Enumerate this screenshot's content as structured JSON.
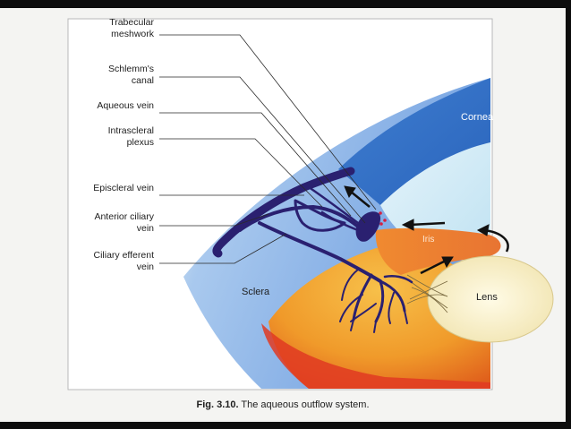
{
  "labels": {
    "trabecular_meshwork": [
      "Trabecular",
      "meshwork"
    ],
    "schlemms_canal": [
      "Schlemm's",
      "canal"
    ],
    "aqueous_vein": [
      "Aqueous vein"
    ],
    "intrascleral_plexus": [
      "Intrascleral",
      "plexus"
    ],
    "episcleral_vein": [
      "Episcleral vein"
    ],
    "anterior_ciliary_vein": [
      "Anterior ciliary",
      "vein"
    ],
    "ciliary_efferent_vein": [
      "Ciliary efferent",
      "vein"
    ]
  },
  "regions": {
    "cornea": "Cornea",
    "iris": "Iris",
    "lens": "Lens",
    "sclera": "Sclera"
  },
  "caption": {
    "fig_number": "Fig. 3.10.",
    "text": "The aqueous outflow system."
  },
  "colors": {
    "cornea": "#2f6fc6",
    "anterior_chamber": "#cfe9f5",
    "sclera": "#8ab4e6",
    "iris": "#e87a2c",
    "ciliary_body": "#f0a030",
    "lens": "#f8f0c8",
    "veins": "#2a2070",
    "meshwork_dots": "#d42040"
  }
}
